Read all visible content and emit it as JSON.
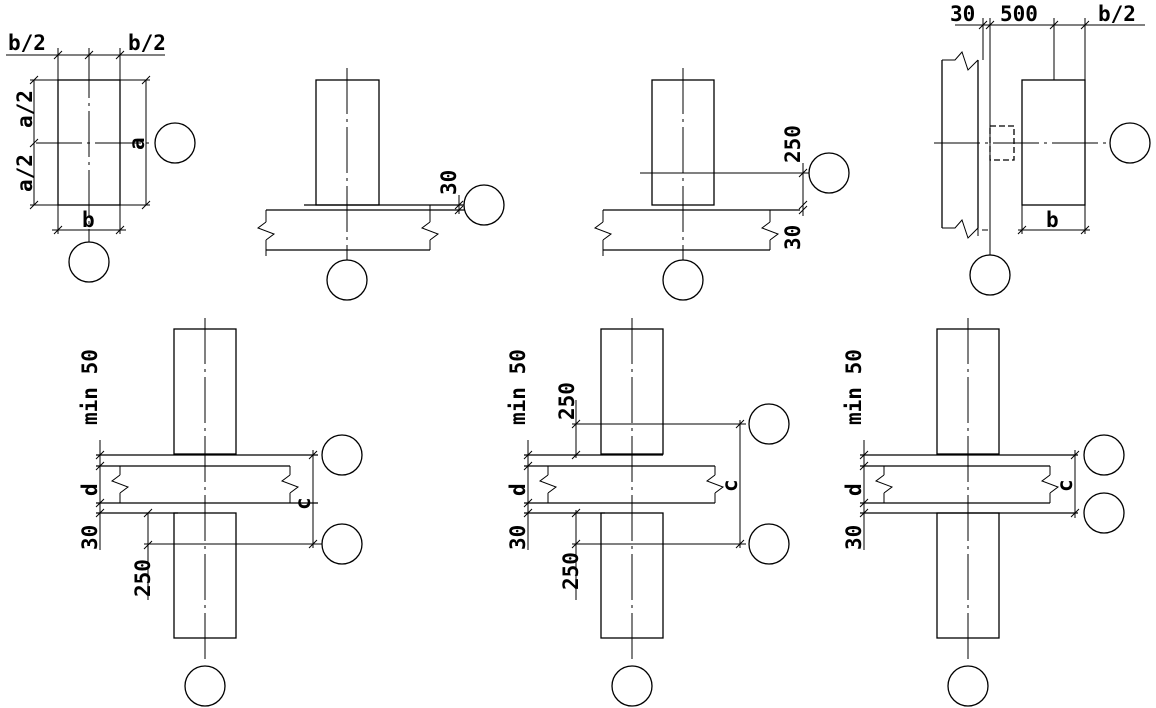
{
  "labels": {
    "b_half": "b/2",
    "a_half": "a/2",
    "a": "a",
    "b": "b",
    "c": "c",
    "d": "d",
    "dim_30": "30",
    "dim_250": "250",
    "dim_500": "500",
    "min_50": "min 50"
  }
}
